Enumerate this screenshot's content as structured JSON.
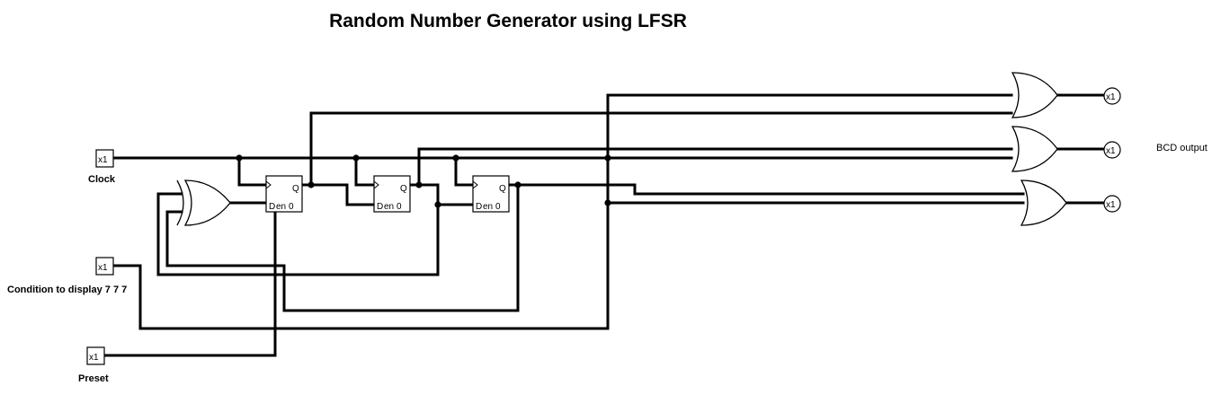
{
  "title": "Random Number Generator using LFSR",
  "inputs": [
    {
      "id": "clock",
      "pin_text": "x1",
      "label": "Clock"
    },
    {
      "id": "condition",
      "pin_text": "x1",
      "label": "Condition to display 7 7 7"
    },
    {
      "id": "preset",
      "pin_text": "x1",
      "label": "Preset"
    }
  ],
  "outputs": [
    {
      "id": "out1",
      "pin_text": "x1"
    },
    {
      "id": "out2",
      "pin_text": "x1"
    },
    {
      "id": "out3",
      "pin_text": "x1"
    }
  ],
  "output_label": "BCD output",
  "flipflop_pins": {
    "q": "Q",
    "d": "D",
    "en": "en",
    "zero": "0"
  },
  "components": {
    "flipflops": 3,
    "xor_gates": 1,
    "or_gates": 3
  }
}
